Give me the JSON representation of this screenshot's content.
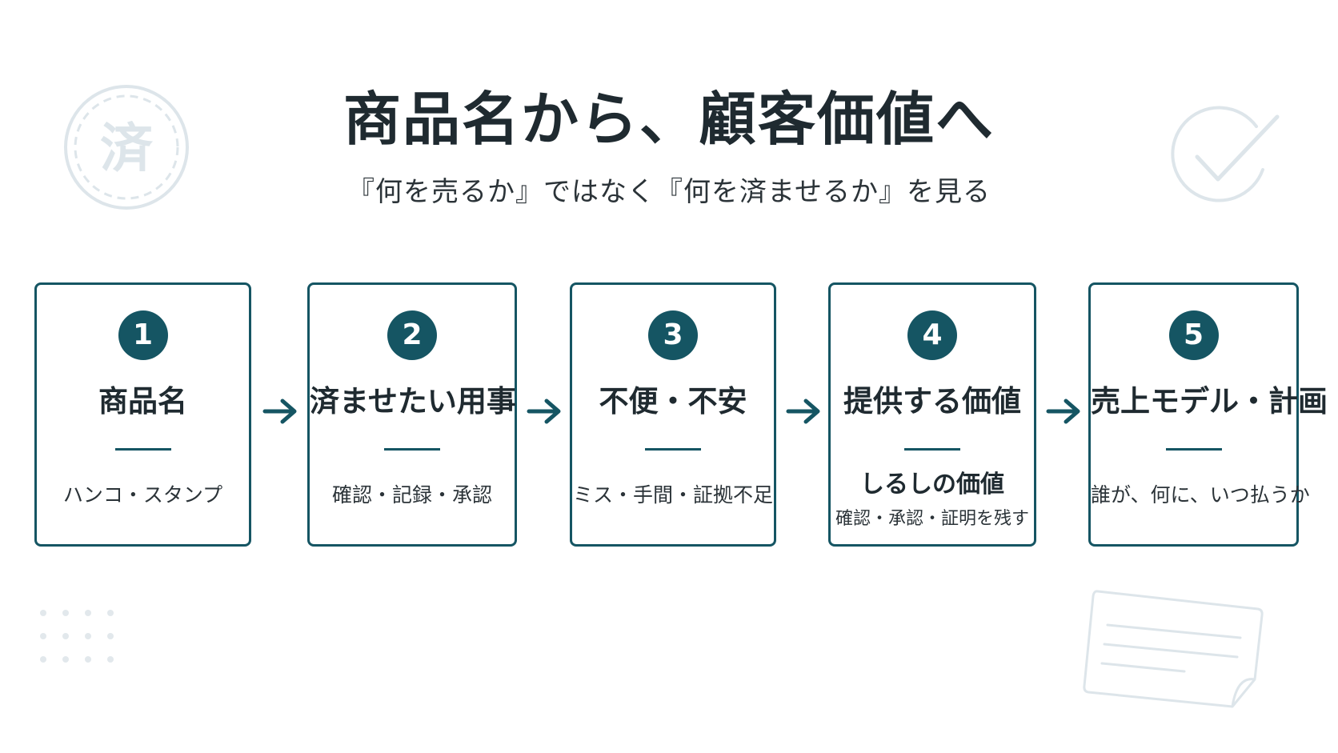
{
  "title": "商品名から、顧客価値へ",
  "subtitle": "『何を売るか』ではなく『何を済ませるか』を見る",
  "stamp_glyph": "済",
  "colors": {
    "accent": "#155563",
    "text": "#1f2a30",
    "decoration": "#dde5ea"
  },
  "steps": [
    {
      "number": "1",
      "heading": "商品名",
      "desc": "ハンコ・スタンプ"
    },
    {
      "number": "2",
      "heading": "済ませたい用事",
      "desc": "確認・記録・承認"
    },
    {
      "number": "3",
      "heading": "不便・不安",
      "desc": "ミス・手間・証拠不足"
    },
    {
      "number": "4",
      "heading": "提供する価値",
      "desc": "しるしの価値",
      "desc_sub": "確認・承認・証明を残す"
    },
    {
      "number": "5",
      "heading": "売上モデル・計画",
      "desc": "誰が、何に、いつ払うか"
    }
  ],
  "icons": {
    "stamp": "stamp-icon",
    "check": "check-circle-icon",
    "dots": "dot-grid-icon",
    "paper": "receipt-paper-icon",
    "arrow": "arrow-right-icon"
  }
}
